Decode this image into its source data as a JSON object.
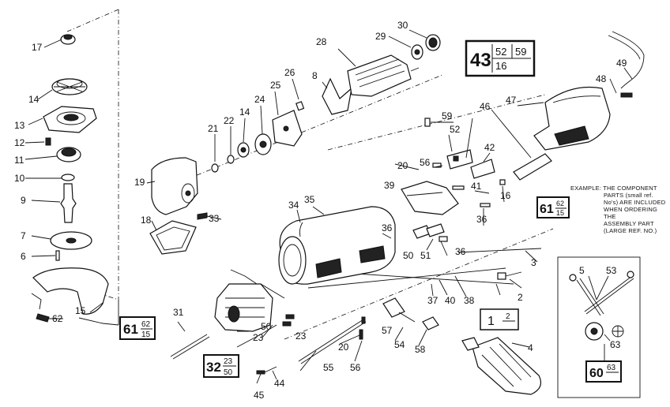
{
  "callouts": [
    "1",
    "2",
    "3",
    "4",
    "5",
    "6",
    "7",
    "8",
    "9",
    "10",
    "11",
    "12",
    "13",
    "14",
    "14",
    "15",
    "16",
    "17",
    "18",
    "19",
    "20",
    "20",
    "21",
    "22",
    "23",
    "23",
    "24",
    "25",
    "26",
    "28",
    "29",
    "30",
    "31",
    "33",
    "34",
    "35",
    "36",
    "36",
    "36",
    "37",
    "38",
    "39",
    "40",
    "41",
    "42",
    "44",
    "45",
    "46",
    "47",
    "48",
    "49",
    "50",
    "50",
    "51",
    "52",
    "53",
    "54",
    "55",
    "56",
    "56",
    "57",
    "58",
    "59",
    "62",
    "63"
  ],
  "assembly_refs": {
    "a43": {
      "main": "43",
      "top": [
        "52",
        "59"
      ],
      "bottom": "16"
    },
    "a61_left": {
      "main": "61",
      "num": "62",
      "den": "15"
    },
    "a61_right": {
      "main": "61",
      "num": "62",
      "den": "15"
    },
    "a32": {
      "main": "32",
      "num": "23",
      "den": "50"
    },
    "a1": {
      "main": "1",
      "num": "2",
      "den": ""
    },
    "a60": {
      "main": "60",
      "num": "63",
      "den": ""
    }
  },
  "example_note": {
    "line1": "EXAMPLE: THE COMPONENT",
    "line2": "PARTS (small ref.",
    "line3": "No's) ARE INCLUDED",
    "line4": "WHEN ORDERING THE",
    "line5": "ASSEMBLY PART",
    "line6": "(LARGE REF. NO.)"
  }
}
